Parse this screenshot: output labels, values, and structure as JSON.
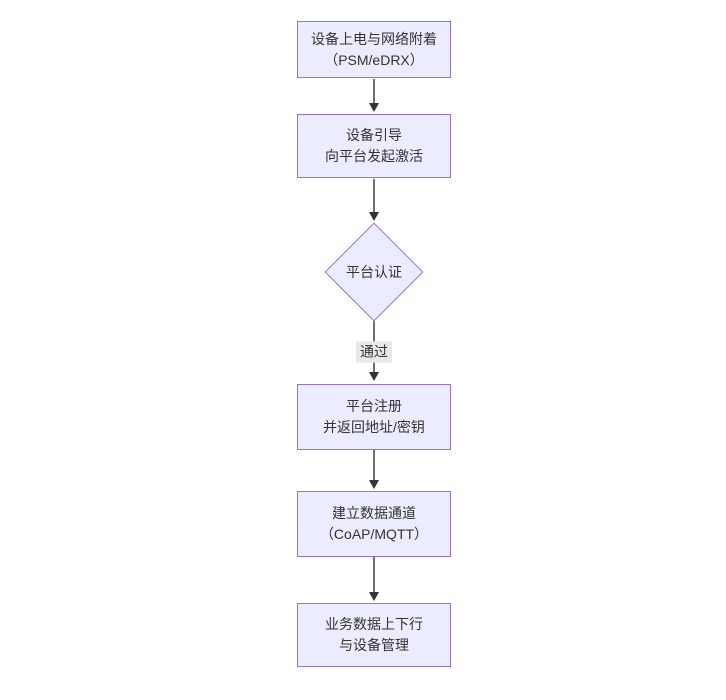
{
  "diagram": {
    "type": "flowchart",
    "direction": "top-down",
    "colors": {
      "node_fill": "#ECECFF",
      "node_border": "#9370DB",
      "edge_color": "#333333",
      "text_color": "#333333",
      "edge_label_bg": "#e8e8e8",
      "background": "#ffffff"
    },
    "nodes": [
      {
        "id": "power-on",
        "shape": "rect",
        "line1": "设备上电与网络附着",
        "line2": "（PSM/eDRX）"
      },
      {
        "id": "bootstrap",
        "shape": "rect",
        "line1": "设备引导",
        "line2": "向平台发起激活"
      },
      {
        "id": "auth",
        "shape": "diamond",
        "line1": "平台认证",
        "line2": ""
      },
      {
        "id": "register",
        "shape": "rect",
        "line1": "平台注册",
        "line2": "并返回地址/密钥"
      },
      {
        "id": "channel",
        "shape": "rect",
        "line1": "建立数据通道",
        "line2": "（CoAP/MQTT）"
      },
      {
        "id": "business",
        "shape": "rect",
        "line1": "业务数据上下行",
        "line2": "与设备管理"
      }
    ],
    "edges": [
      {
        "from": "power-on",
        "to": "bootstrap",
        "label": ""
      },
      {
        "from": "bootstrap",
        "to": "auth",
        "label": ""
      },
      {
        "from": "auth",
        "to": "register",
        "label": "通过"
      },
      {
        "from": "register",
        "to": "channel",
        "label": ""
      },
      {
        "from": "channel",
        "to": "business",
        "label": ""
      }
    ]
  }
}
